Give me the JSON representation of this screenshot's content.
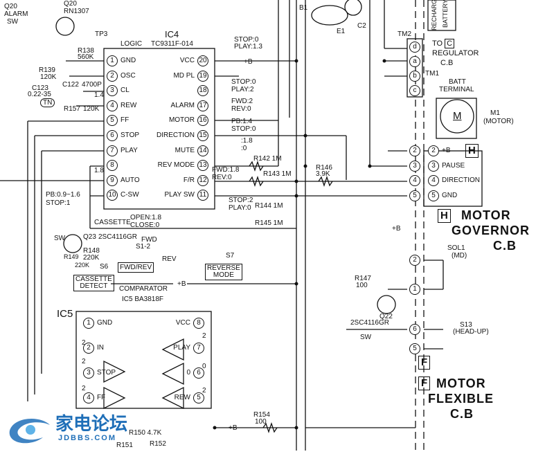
{
  "header": {
    "q20": "Q20",
    "q20_sw": "ALARM",
    "q20_sw2": "SW",
    "q20_part": "Q20",
    "q20_type": "RN1307",
    "tp3": "TP3",
    "ic4_name": "IC4",
    "ic4_logic": "LOGIC",
    "ic4_type": "TC9311F-014"
  },
  "ic4_left": [
    {
      "pin": "1",
      "label": "GND"
    },
    {
      "pin": "2",
      "label": "OSC"
    },
    {
      "pin": "3",
      "label": "CL"
    },
    {
      "pin": "4",
      "label": "REW"
    },
    {
      "pin": "5",
      "label": "FF"
    },
    {
      "pin": "6",
      "label": "STOP"
    },
    {
      "pin": "7",
      "label": "PLAY"
    },
    {
      "pin": "8",
      "label": ""
    },
    {
      "pin": "9",
      "label": "AUTO"
    },
    {
      "pin": "10",
      "label": "C-SW"
    }
  ],
  "ic4_right": [
    {
      "pin": "20",
      "label": "VCC"
    },
    {
      "pin": "19",
      "label": "MD PL"
    },
    {
      "pin": "18",
      "label": ""
    },
    {
      "pin": "17",
      "label": "ALARM"
    },
    {
      "pin": "16",
      "label": "MOTOR"
    },
    {
      "pin": "15",
      "label": "DIRECTION"
    },
    {
      "pin": "14",
      "label": "MUTE"
    },
    {
      "pin": "13",
      "label": "REV MODE"
    },
    {
      "pin": "12",
      "label": "F/R"
    },
    {
      "pin": "11",
      "label": "PLAY SW"
    }
  ],
  "components": {
    "r138": "R138",
    "r138v": "560K",
    "r139": "R139",
    "r139v": "120K",
    "c122": "C122",
    "c122v": "4700P",
    "c123": "C123",
    "c123v": "0.22-35",
    "tn": "TN",
    "r157": "R157",
    "r157v": "120K",
    "v14": "1.4",
    "v18": "1.8",
    "pb": "PB:0.9~1.6",
    "stop1": "STOP:1",
    "r142": "R142 1M",
    "r143": "R143 1M",
    "r144": "R144 1M",
    "r145": "R145 1M",
    "r146": "R146",
    "r146v": "3.9K",
    "r147": "R147",
    "r147v": "100",
    "r148": "R148",
    "r148v": "220K",
    "r149": "R149",
    "r149v": "220K",
    "r150": "R150 4.7K",
    "r151": "R151",
    "r152": "R152",
    "r154": "R154",
    "r154v": "100",
    "q22": "Q22",
    "q22_type": "2SC4116GR",
    "q23": "Q23",
    "q23_type": "2SC4116GR",
    "sw": "SW",
    "s6": "S6",
    "s1_2": "S1-2",
    "s7": "S7",
    "fwd": "FWD",
    "rev": "REV",
    "fwd_rev": "FWD/REV",
    "cassette_detect1": "CASSETTE",
    "cassette_detect2": "DETECT",
    "reverse_mode1": "REVERSE",
    "reverse_mode2": "MODE",
    "cassette": "CASSETTE",
    "open": "OPEN:1.8",
    "close": "CLOSE:0",
    "comparator": "COMPARATOR",
    "plus_b": "+B"
  },
  "voltages": {
    "stop0_a": "STOP:0",
    "play13": "PLAY:1.3",
    "stop0_b": "STOP:0",
    "play2": "PLAY:2",
    "fwd2": "FWD:2",
    "rev0": "REV:0",
    "pb14": "PB:1.4",
    "stop0_c": "STOP:0",
    "v18b": ":1.8",
    "v0": ":0",
    "fwd18": "FWD:1.8",
    "rev0b": "REV:0",
    "stop2": "STOP:2",
    "play0": "PLAY:0"
  },
  "ic5": {
    "name": "IC5",
    "type": "IC5 BA3818F",
    "pins": [
      {
        "pin": "1",
        "label": "GND"
      },
      {
        "pin": "2",
        "label": "IN"
      },
      {
        "pin": "3",
        "label": "STOP"
      },
      {
        "pin": "4",
        "label": "FF"
      },
      {
        "pin": "8",
        "label": "VCC"
      },
      {
        "pin": "7",
        "label": "PLAY"
      },
      {
        "pin": "6",
        "label": "0"
      },
      {
        "pin": "5",
        "label": "REW"
      }
    ],
    "v2a": "2",
    "v2b": "2",
    "v2c": "2",
    "v2d": "2",
    "v2e": "2",
    "v0": "0"
  },
  "right": {
    "b1": "B1",
    "e1": "E1",
    "c2": "C2",
    "battery1": "RECHARGEABLE",
    "battery2": "BATTERY",
    "tm2": "TM2",
    "tm1": "TM1",
    "tm_pins": [
      "d",
      "a",
      "b",
      "c"
    ],
    "to_regulator1": "TO",
    "to_regulator_box": "C",
    "to_regulator2": "REGULATOR",
    "to_regulator3": "C.B",
    "batt1": "BATT",
    "batt2": "TERMINAL",
    "m1": "M1",
    "m1_type": "(MOTOR)",
    "motor_symbol": "M",
    "h_box": "H",
    "h_pins": [
      {
        "pin": "2",
        "label": "+B"
      },
      {
        "pin": "3",
        "label": "PAUSE"
      },
      {
        "pin": "4",
        "label": "DIRECTION"
      },
      {
        "pin": "5",
        "label": "GND"
      }
    ],
    "h_title1": "MOTOR",
    "h_title2": "GOVERNOR",
    "h_title3": "C.B",
    "sol1": "SOL1",
    "sol1_type": "(MD)",
    "f_pins": [
      {
        "pin": "2"
      },
      {
        "pin": "1"
      },
      {
        "pin": "6"
      },
      {
        "pin": "5"
      }
    ],
    "s13": "S13",
    "s13_type": "(HEAD-UP)",
    "sw_label": "SW",
    "f_box": "F",
    "f_title1": "MOTOR",
    "f_title2": "FLEXIBLE",
    "f_title3": "C.B"
  },
  "logo": {
    "brand": "家电论坛",
    "site": "JDBBS.COM"
  }
}
